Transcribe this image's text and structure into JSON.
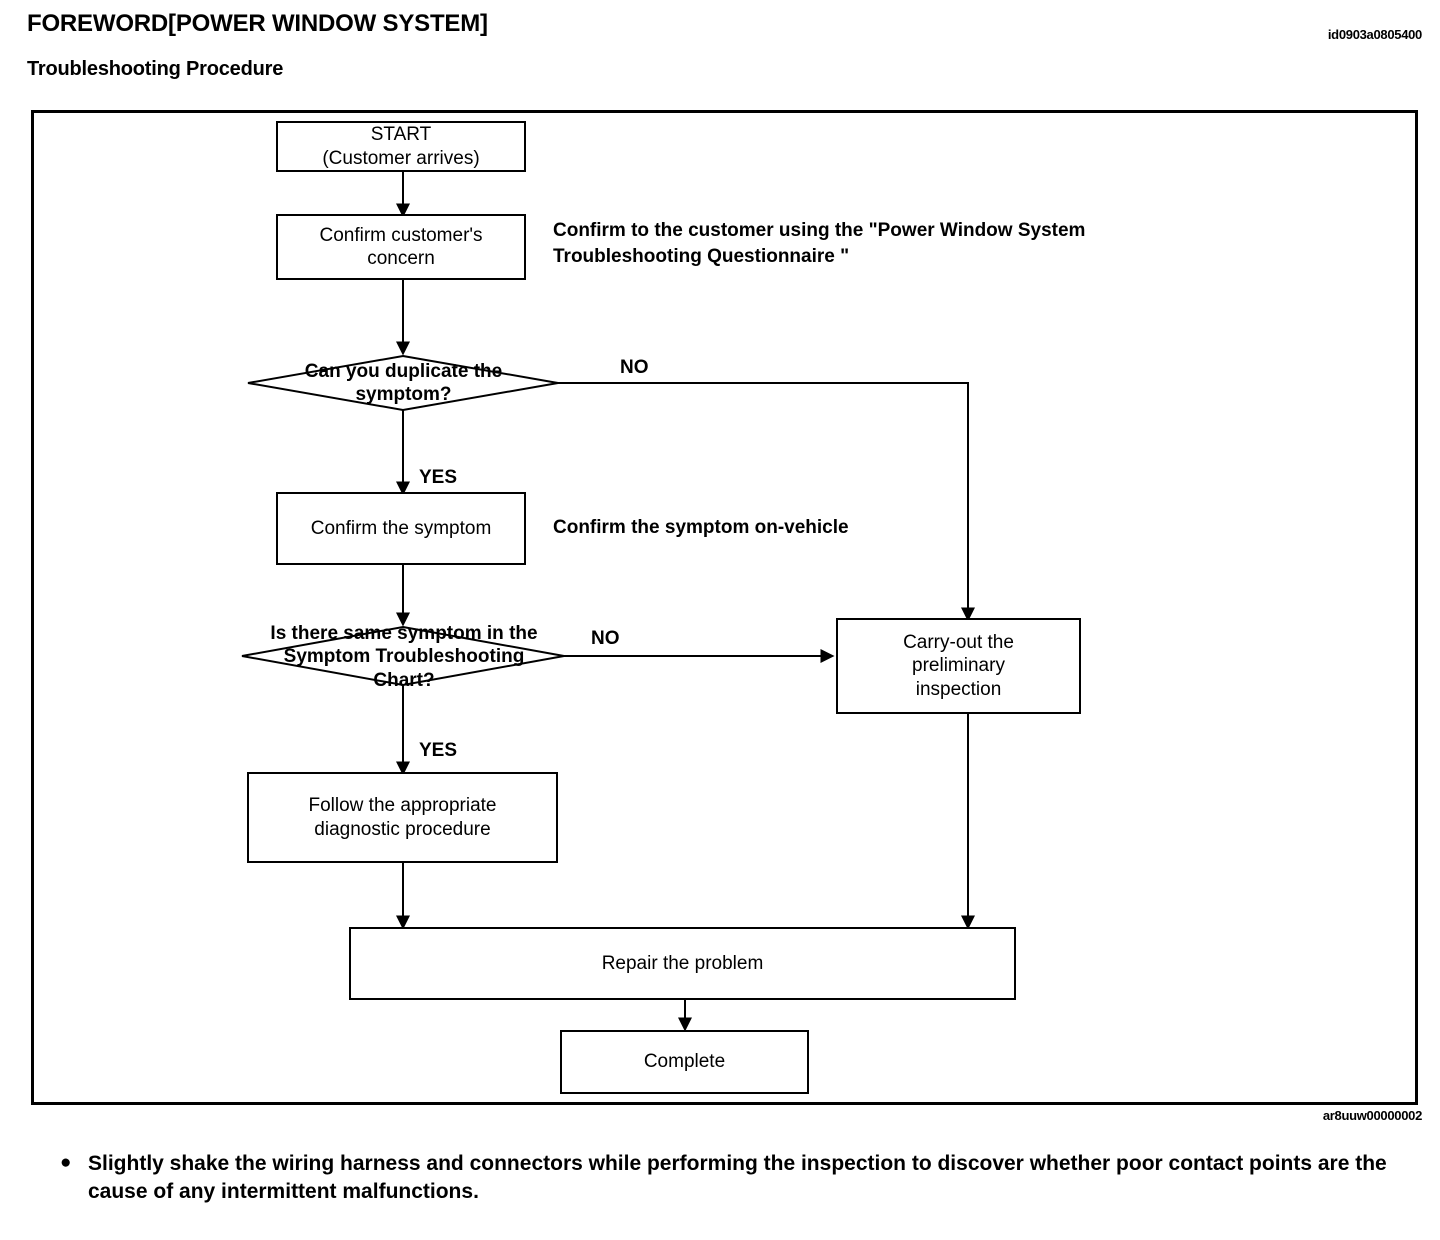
{
  "header": {
    "title": "FOREWORD[POWER WINDOW SYSTEM]",
    "doc_code": "id0903a0805400",
    "section_title": "Troubleshooting Procedure"
  },
  "figure": {
    "code": "ar8uuw00000002",
    "border_color": "#000000"
  },
  "chart_data": {
    "type": "flowchart",
    "title": "Troubleshooting Procedure",
    "nodes": [
      {
        "id": "start",
        "shape": "box",
        "label": "START\n(Customer arrives)"
      },
      {
        "id": "confirm",
        "shape": "box",
        "label": "Confirm customer's\nconcern"
      },
      {
        "id": "dup",
        "shape": "diamond",
        "label": "Can you duplicate the\nsymptom?"
      },
      {
        "id": "symptom",
        "shape": "box",
        "label": "Confirm the symptom"
      },
      {
        "id": "chart",
        "shape": "diamond",
        "label": "Is there same symptom in the\nSymptom Troubleshooting\nChart?"
      },
      {
        "id": "prelim",
        "shape": "box",
        "label": "Carry-out the\npreliminary\ninspection"
      },
      {
        "id": "follow",
        "shape": "box",
        "label": "Follow the appropriate\ndiagnostic procedure"
      },
      {
        "id": "repair",
        "shape": "box",
        "label": "Repair the problem"
      },
      {
        "id": "complete",
        "shape": "box",
        "label": "Complete"
      }
    ],
    "edges": [
      {
        "from": "start",
        "to": "confirm",
        "label": ""
      },
      {
        "from": "confirm",
        "to": "dup",
        "label": ""
      },
      {
        "from": "dup",
        "to": "symptom",
        "label": "YES"
      },
      {
        "from": "dup",
        "to": "prelim",
        "label": "NO"
      },
      {
        "from": "symptom",
        "to": "chart",
        "label": ""
      },
      {
        "from": "chart",
        "to": "follow",
        "label": "YES"
      },
      {
        "from": "chart",
        "to": "prelim",
        "label": "NO"
      },
      {
        "from": "follow",
        "to": "repair",
        "label": ""
      },
      {
        "from": "prelim",
        "to": "repair",
        "label": ""
      },
      {
        "from": "repair",
        "to": "complete",
        "label": ""
      }
    ],
    "annotations": [
      {
        "near": "confirm",
        "text": "Confirm to the customer using the \"Power Window System\nTroubleshooting Questionnaire \""
      },
      {
        "near": "symptom",
        "text": "Confirm the symptom on-vehicle"
      }
    ]
  },
  "nodes": {
    "start_line1": "START",
    "start_line2": "(Customer arrives)",
    "confirm_line1": "Confirm customer's",
    "confirm_line2": "concern",
    "dup_line1": "Can you duplicate the",
    "dup_line2": "symptom?",
    "symptom_label": "Confirm the symptom",
    "chart_line1": "Is there same symptom in the",
    "chart_line2": "Symptom Troubleshooting",
    "chart_line3": "Chart?",
    "prelim_line1": "Carry-out the",
    "prelim_line2": "preliminary",
    "prelim_line3": "inspection",
    "follow_line1": "Follow the appropriate",
    "follow_line2": "diagnostic procedure",
    "repair_label": "Repair the problem",
    "complete_label": "Complete"
  },
  "edge_labels": {
    "no_1": "NO",
    "yes_1": "YES",
    "no_2": "NO",
    "yes_2": "YES"
  },
  "annotations": {
    "questionnaire": "Confirm to the customer using the \"Power Window System\nTroubleshooting Questionnaire \"",
    "on_vehicle": "Confirm the symptom on-vehicle"
  },
  "note": {
    "bullet": "●",
    "text": "Slightly shake the wiring harness and connectors while performing the inspection to discover whether poor contact points are the cause of any intermittent malfunctions."
  }
}
